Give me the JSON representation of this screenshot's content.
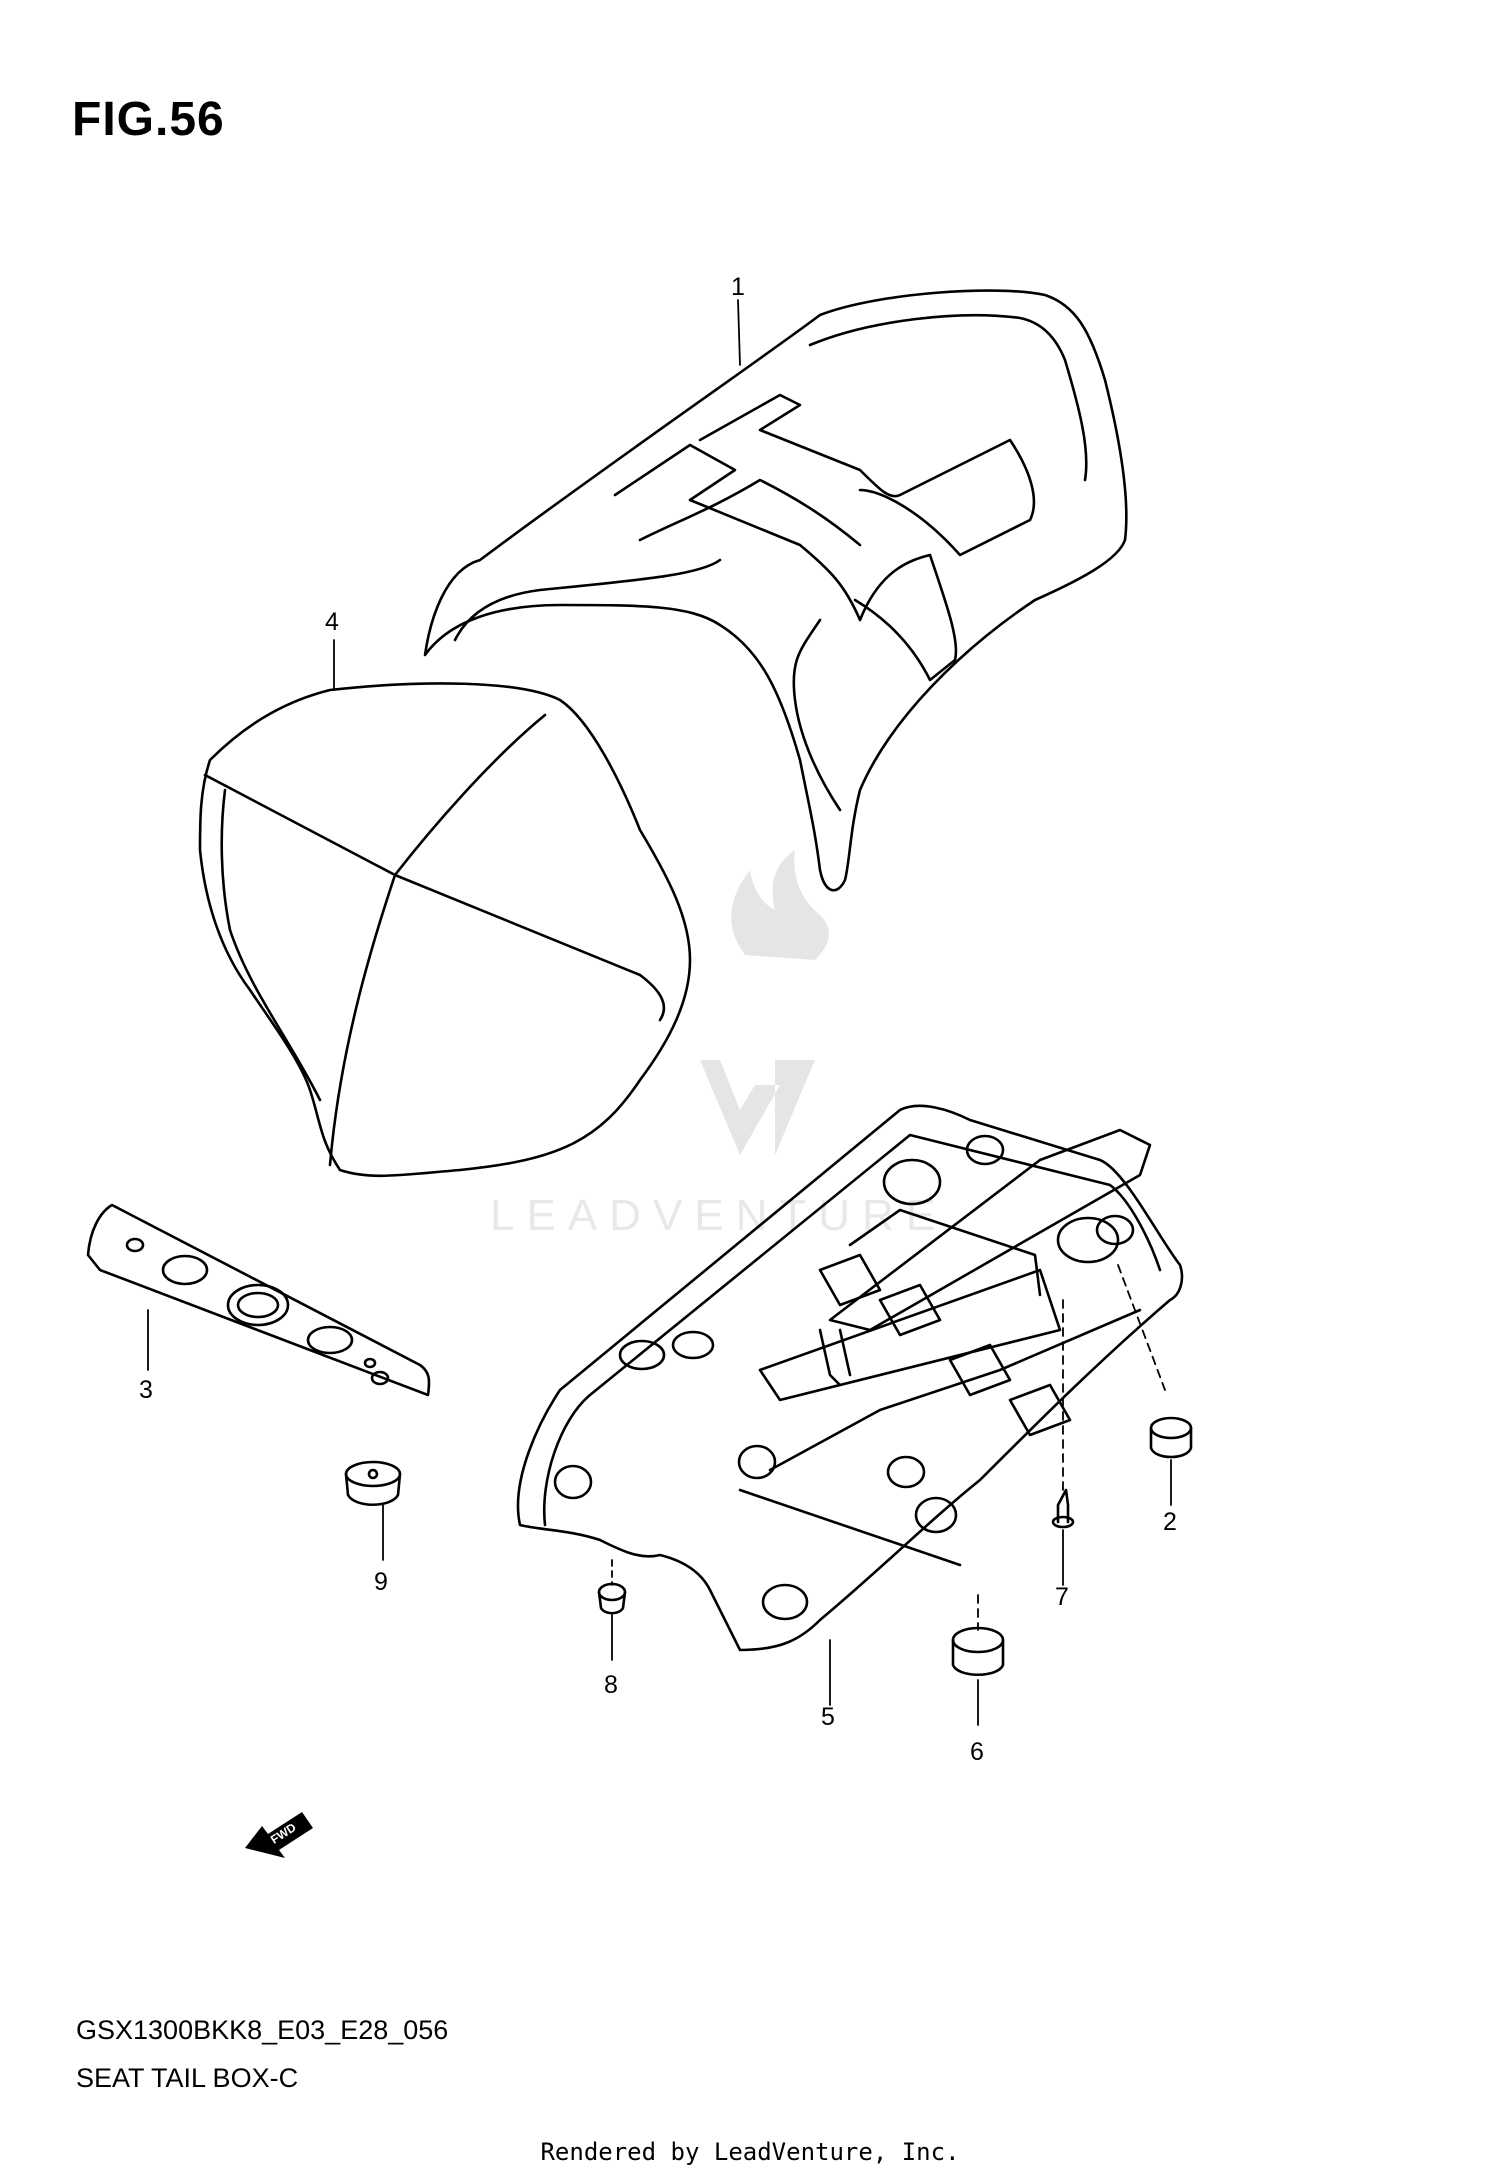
{
  "figure": {
    "title": "FIG.56"
  },
  "callouts": [
    "1",
    "2",
    "3",
    "4",
    "5",
    "6",
    "7",
    "8",
    "9"
  ],
  "fwd_label": "FWD",
  "watermark": "LEADVENTURE",
  "footer": {
    "model_code": "GSX1300BKK8_E03_E28_056",
    "section_name": "SEAT TAIL BOX-C",
    "credit": "Rendered by LeadVenture, Inc."
  }
}
